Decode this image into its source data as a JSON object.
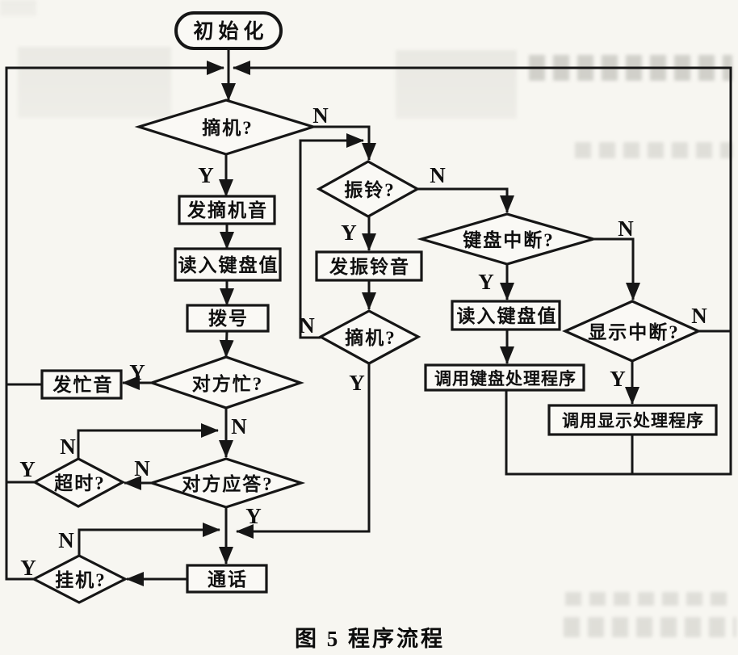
{
  "figure": {
    "caption": "图 5  程序流程"
  },
  "colors": {
    "ink": "#161616",
    "paper": "#f7f6f1"
  },
  "flowchart": {
    "start": {
      "label": "初始化"
    },
    "decisions": {
      "offhook1": {
        "label": "摘机?",
        "yes": "Y",
        "no": "N"
      },
      "ring": {
        "label": "振铃?",
        "yes": "Y",
        "no": "N"
      },
      "offhook2": {
        "label": "摘机?",
        "yes": "Y",
        "no": "N"
      },
      "kbd_int": {
        "label": "键盘中断?",
        "yes": "Y",
        "no": "N"
      },
      "disp_int": {
        "label": "显示中断?",
        "yes": "Y",
        "no": "N"
      },
      "busy": {
        "label": "对方忙?",
        "yes": "Y",
        "no": "N"
      },
      "timeout": {
        "label": "超时?",
        "yes": "Y",
        "no": "N"
      },
      "answer": {
        "label": "对方应答?",
        "yes": "Y",
        "no": "N"
      },
      "hangup": {
        "label": "挂机?",
        "yes": "Y",
        "no": "N"
      }
    },
    "processes": {
      "send_offhook_tone": {
        "label": "发摘机音"
      },
      "read_key_main": {
        "label": "读入键盘值"
      },
      "dial": {
        "label": "拨号"
      },
      "send_busy_tone": {
        "label": "发忙音"
      },
      "talk": {
        "label": "通话"
      },
      "send_ring_tone": {
        "label": "发振铃音"
      },
      "read_key_int": {
        "label": "读入键盘值"
      },
      "call_kbd_handler": {
        "label": "调用键盘处理程序"
      },
      "call_disp_handler": {
        "label": "调用显示处理程序"
      }
    },
    "edges": [
      {
        "from": "start",
        "branch": "",
        "to": "offhook1"
      },
      {
        "from": "offhook1",
        "branch": "Y",
        "to": "send_offhook_tone"
      },
      {
        "from": "offhook1",
        "branch": "N",
        "to": "ring"
      },
      {
        "from": "send_offhook_tone",
        "branch": "",
        "to": "read_key_main"
      },
      {
        "from": "read_key_main",
        "branch": "",
        "to": "dial"
      },
      {
        "from": "dial",
        "branch": "",
        "to": "busy"
      },
      {
        "from": "busy",
        "branch": "Y",
        "to": "send_busy_tone"
      },
      {
        "from": "busy",
        "branch": "N",
        "to": "answer"
      },
      {
        "from": "send_busy_tone",
        "branch": "",
        "to": "loop_top"
      },
      {
        "from": "answer",
        "branch": "N",
        "to": "timeout"
      },
      {
        "from": "answer",
        "branch": "Y",
        "to": "talk"
      },
      {
        "from": "timeout",
        "branch": "N",
        "to": "answer"
      },
      {
        "from": "timeout",
        "branch": "Y",
        "to": "loop_top"
      },
      {
        "from": "talk",
        "branch": "",
        "to": "hangup"
      },
      {
        "from": "hangup",
        "branch": "N",
        "to": "talk"
      },
      {
        "from": "hangup",
        "branch": "Y",
        "to": "loop_top"
      },
      {
        "from": "ring",
        "branch": "Y",
        "to": "send_ring_tone"
      },
      {
        "from": "ring",
        "branch": "N",
        "to": "kbd_int"
      },
      {
        "from": "send_ring_tone",
        "branch": "",
        "to": "offhook2"
      },
      {
        "from": "offhook2",
        "branch": "N",
        "to": "ring"
      },
      {
        "from": "offhook2",
        "branch": "Y",
        "to": "talk"
      },
      {
        "from": "kbd_int",
        "branch": "Y",
        "to": "read_key_int"
      },
      {
        "from": "kbd_int",
        "branch": "N",
        "to": "disp_int"
      },
      {
        "from": "read_key_int",
        "branch": "",
        "to": "call_kbd_handler"
      },
      {
        "from": "call_kbd_handler",
        "branch": "",
        "to": "loop_top"
      },
      {
        "from": "disp_int",
        "branch": "Y",
        "to": "call_disp_handler"
      },
      {
        "from": "disp_int",
        "branch": "N",
        "to": "loop_top"
      },
      {
        "from": "call_disp_handler",
        "branch": "",
        "to": "loop_top"
      }
    ]
  }
}
